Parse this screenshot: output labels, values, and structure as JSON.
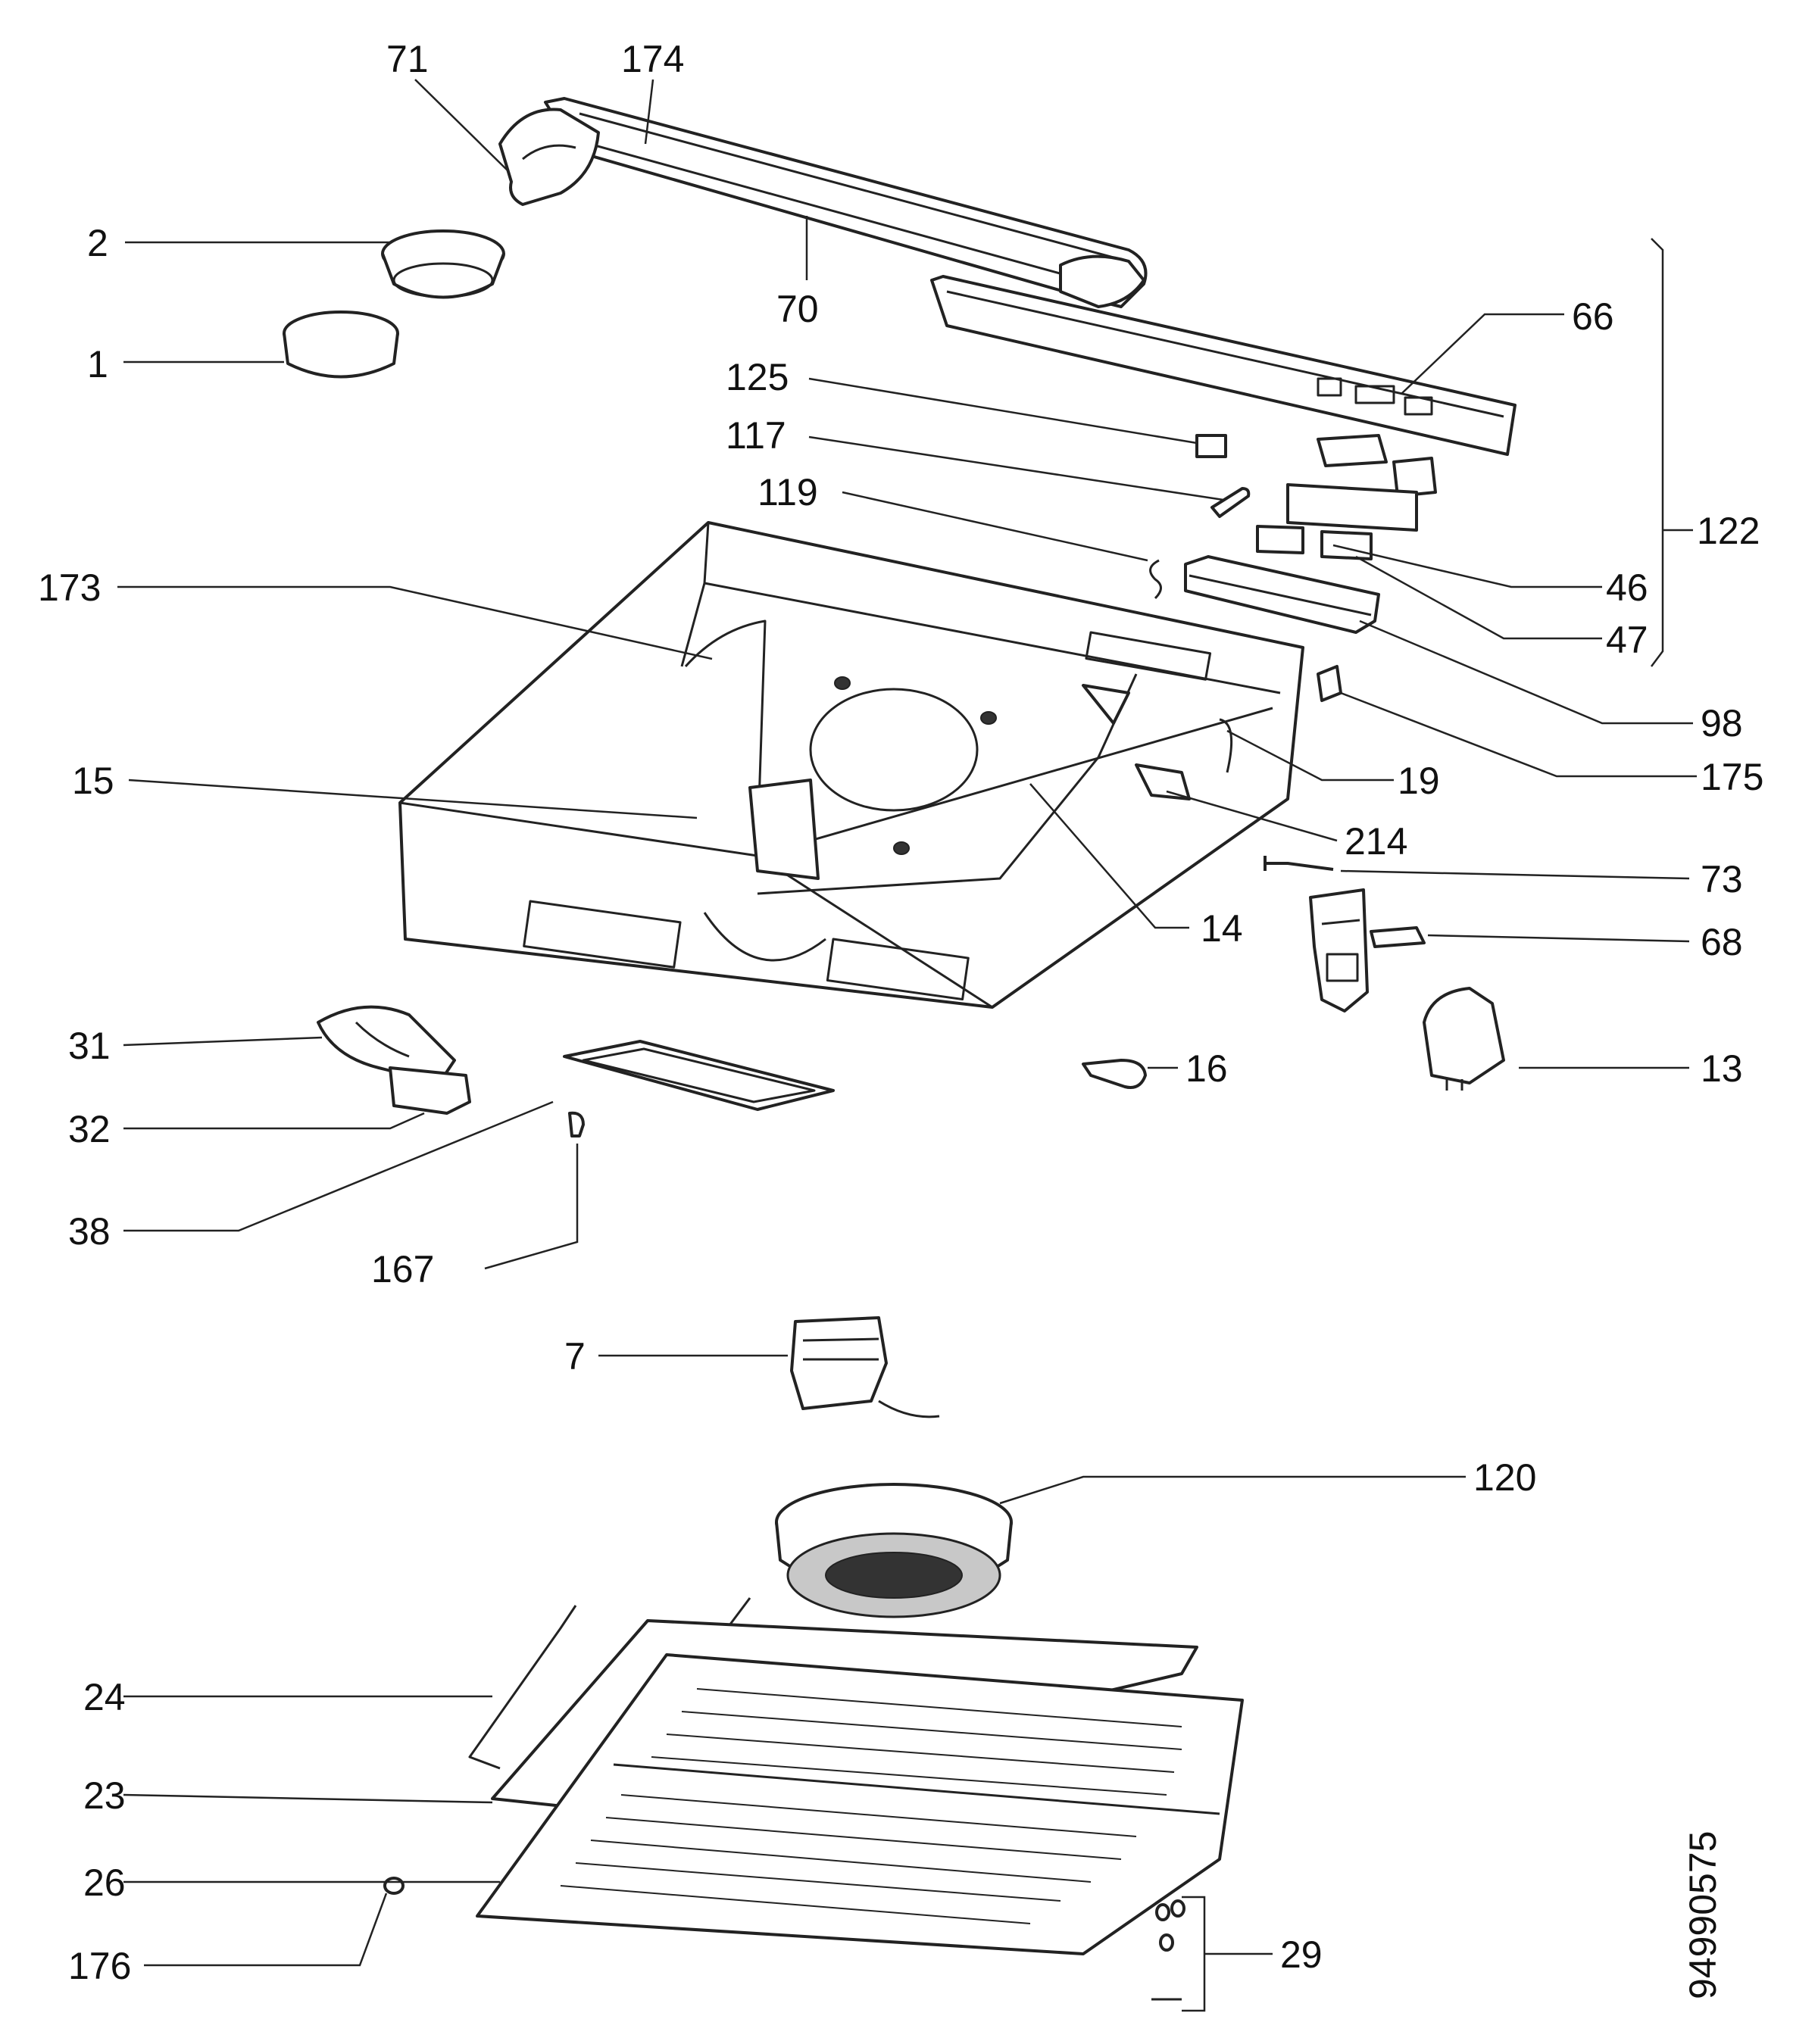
{
  "drawing_number": "94990575",
  "callouts": [
    {
      "id": "71",
      "text": "71"
    },
    {
      "id": "174",
      "text": "174"
    },
    {
      "id": "2",
      "text": "2"
    },
    {
      "id": "70",
      "text": "70"
    },
    {
      "id": "1",
      "text": "1"
    },
    {
      "id": "66",
      "text": "66"
    },
    {
      "id": "125",
      "text": "125"
    },
    {
      "id": "117",
      "text": "117"
    },
    {
      "id": "119",
      "text": "119"
    },
    {
      "id": "122",
      "text": "122"
    },
    {
      "id": "173",
      "text": "173"
    },
    {
      "id": "46",
      "text": "46"
    },
    {
      "id": "47",
      "text": "47"
    },
    {
      "id": "98",
      "text": "98"
    },
    {
      "id": "175",
      "text": "175"
    },
    {
      "id": "15",
      "text": "15"
    },
    {
      "id": "19",
      "text": "19"
    },
    {
      "id": "214",
      "text": "214"
    },
    {
      "id": "73",
      "text": "73"
    },
    {
      "id": "14",
      "text": "14"
    },
    {
      "id": "68",
      "text": "68"
    },
    {
      "id": "31",
      "text": "31"
    },
    {
      "id": "16",
      "text": "16"
    },
    {
      "id": "13",
      "text": "13"
    },
    {
      "id": "32",
      "text": "32"
    },
    {
      "id": "38",
      "text": "38"
    },
    {
      "id": "167",
      "text": "167"
    },
    {
      "id": "7",
      "text": "7"
    },
    {
      "id": "120",
      "text": "120"
    },
    {
      "id": "24",
      "text": "24"
    },
    {
      "id": "23",
      "text": "23"
    },
    {
      "id": "26",
      "text": "26"
    },
    {
      "id": "176",
      "text": "176"
    },
    {
      "id": "29",
      "text": "29"
    }
  ]
}
